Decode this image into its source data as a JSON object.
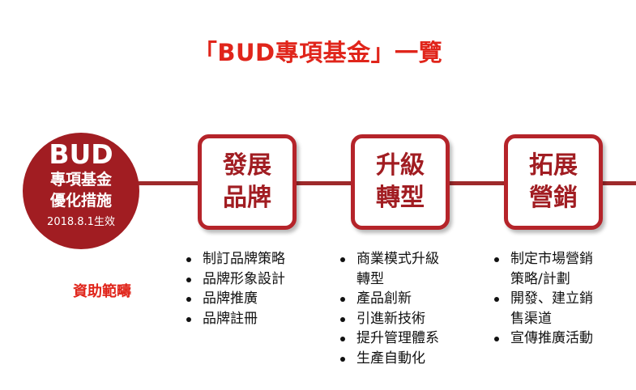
{
  "title": "「BUD專項基金」一覽",
  "center": {
    "heading": "BUD",
    "line1": "專項基金",
    "line2": "優化措施",
    "date": "2018.8.1生效"
  },
  "scope_label": "資助範疇",
  "categories": [
    {
      "line1": "發展",
      "line2": "品牌",
      "items": [
        "制訂品牌策略",
        "品牌形象設計",
        "品牌推廣",
        "品牌註冊"
      ]
    },
    {
      "line1": "升級",
      "line2": "轉型",
      "items": [
        "商業模式升級",
        "轉型",
        "產品創新",
        "引進新技術",
        "提升管理體系",
        "生產自動化"
      ]
    },
    {
      "line1": "拓展",
      "line2": "營銷",
      "items": [
        "制定市場營銷",
        "策略/計劃",
        "開發、建立銷",
        "售渠道",
        "宣傳推廣活動"
      ]
    }
  ],
  "colors": {
    "title_red": "#e0251b",
    "dark_red": "#a11d22",
    "border_red": "#b5242a"
  }
}
